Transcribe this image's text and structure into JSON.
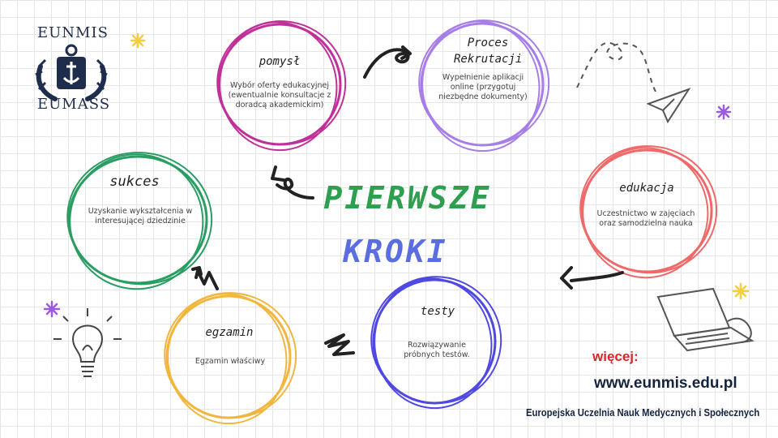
{
  "logo": {
    "top_text": "EUNMIS",
    "bottom_text": "EUMASS"
  },
  "center": {
    "line1": "PIERWSZE",
    "line2": "KROKI",
    "line1_color": "#2e9e4f",
    "line2_color": "#5a6ee0"
  },
  "steps": [
    {
      "id": "pomysl",
      "title": "pomysł",
      "desc": "Wybór oferty edukacyjnej (ewentualnie konsultacje z doradcą akademickim)",
      "color": "#c0309a"
    },
    {
      "id": "proces",
      "title": "Proces Rekrutacji",
      "desc": "Wypełnienie aplikacji online (przygotuj niezbędne dokumenty)",
      "color": "#a77de8"
    },
    {
      "id": "edukacja",
      "title": "edukacja",
      "desc": "Uczestnictwo w zajęciach oraz samodzielna nauka",
      "color": "#ee6a6a"
    },
    {
      "id": "testy",
      "title": "testy",
      "desc": "Rozwiązywanie próbnych testów.",
      "color": "#4f49e0"
    },
    {
      "id": "egzamin",
      "title": "egzamin",
      "desc": "Egzamin właściwy",
      "color": "#f2b63e"
    },
    {
      "id": "sukces",
      "title": "sukces",
      "desc": "Uzyskanie wykształcenia w interesującej dziedzinie",
      "color": "#2a9d63"
    }
  ],
  "footer": {
    "more_label": "więcej:",
    "website": "www.eunmis.edu.pl",
    "university": "Europejska Uczelnia Nauk Medycznych i Społecznych"
  },
  "accent_colors": {
    "star_yellow": "#f4cf3a",
    "star_purple": "#9a5ce0",
    "arrow": "#222222",
    "navy": "#14243f"
  },
  "icons": [
    "anchor-logo-icon",
    "arrow-icon",
    "paper-plane-icon",
    "laptop-icon",
    "lightbulb-icon",
    "sparkle-icon"
  ]
}
